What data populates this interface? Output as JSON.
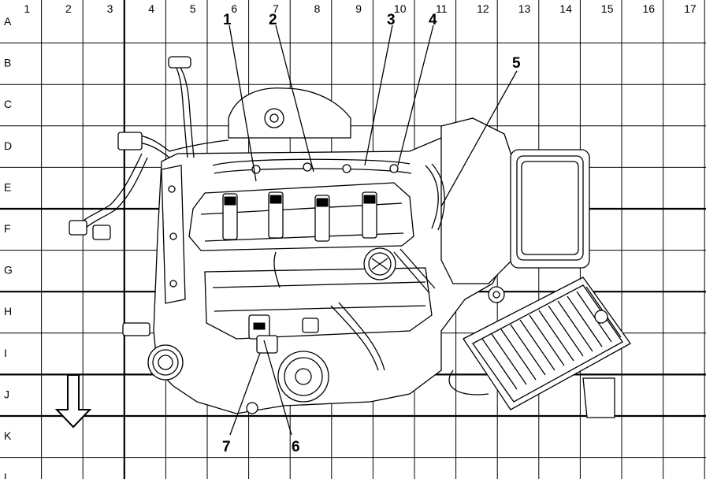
{
  "grid": {
    "columns": [
      "1",
      "2",
      "3",
      "4",
      "5",
      "6",
      "7",
      "8",
      "9",
      "10",
      "11",
      "12",
      "13",
      "14",
      "15",
      "16",
      "17"
    ],
    "rows": [
      "A",
      "B",
      "C",
      "D",
      "E",
      "F",
      "G",
      "H",
      "I",
      "J",
      "K",
      "L"
    ]
  },
  "callouts": [
    "1",
    "2",
    "3",
    "4",
    "5",
    "6",
    "7"
  ],
  "orientation_arrow": "down-arrow-icon"
}
